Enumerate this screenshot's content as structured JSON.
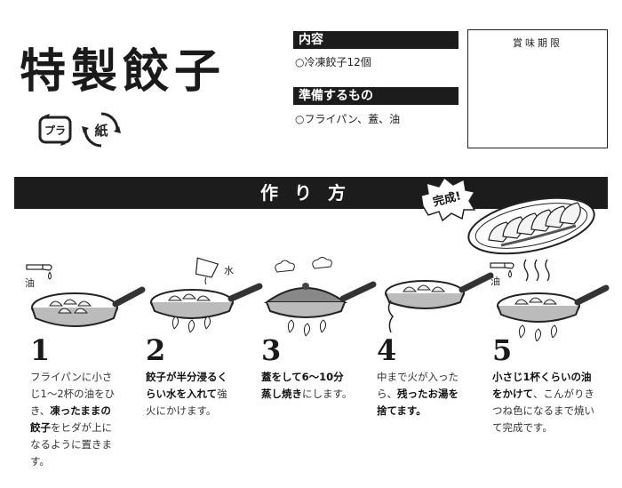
{
  "title": "特製餃子",
  "recycle": {
    "plastic_label": "プラ",
    "paper_label": "紙"
  },
  "contents": {
    "heading": "内容",
    "text": "○冷凍餃子12個"
  },
  "prepare": {
    "heading": "準備するもの",
    "text": "○フライパン、蓋、油"
  },
  "best_before": {
    "label": "賞味期限"
  },
  "howto": {
    "heading": "作り方"
  },
  "complete": {
    "label": "完成!"
  },
  "labels": {
    "oil": "油",
    "water": "水"
  },
  "steps": [
    {
      "number": "1",
      "parts": [
        {
          "t": "フライパンに小さじ1〜2杯の油をひき、",
          "b": false
        },
        {
          "t": "凍ったままの餃子",
          "b": true
        },
        {
          "t": "をヒダが上になるように置きます。",
          "b": false
        }
      ]
    },
    {
      "number": "2",
      "parts": [
        {
          "t": "餃子が半分浸るくらい水を入れて",
          "b": true
        },
        {
          "t": "強火にかけます。",
          "b": false
        }
      ]
    },
    {
      "number": "3",
      "parts": [
        {
          "t": "蓋をして6〜10分蒸し焼き",
          "b": true
        },
        {
          "t": "にします。",
          "b": false
        }
      ]
    },
    {
      "number": "4",
      "parts": [
        {
          "t": "中まで火が入ったら、",
          "b": false
        },
        {
          "t": "残ったお湯を捨てます。",
          "b": true
        }
      ]
    },
    {
      "number": "5",
      "parts": [
        {
          "t": "小さじ1杯くらいの油をかけて",
          "b": true
        },
        {
          "t": "、こんがりきつね色になるまで焼いて完成です。",
          "b": false
        }
      ]
    }
  ]
}
